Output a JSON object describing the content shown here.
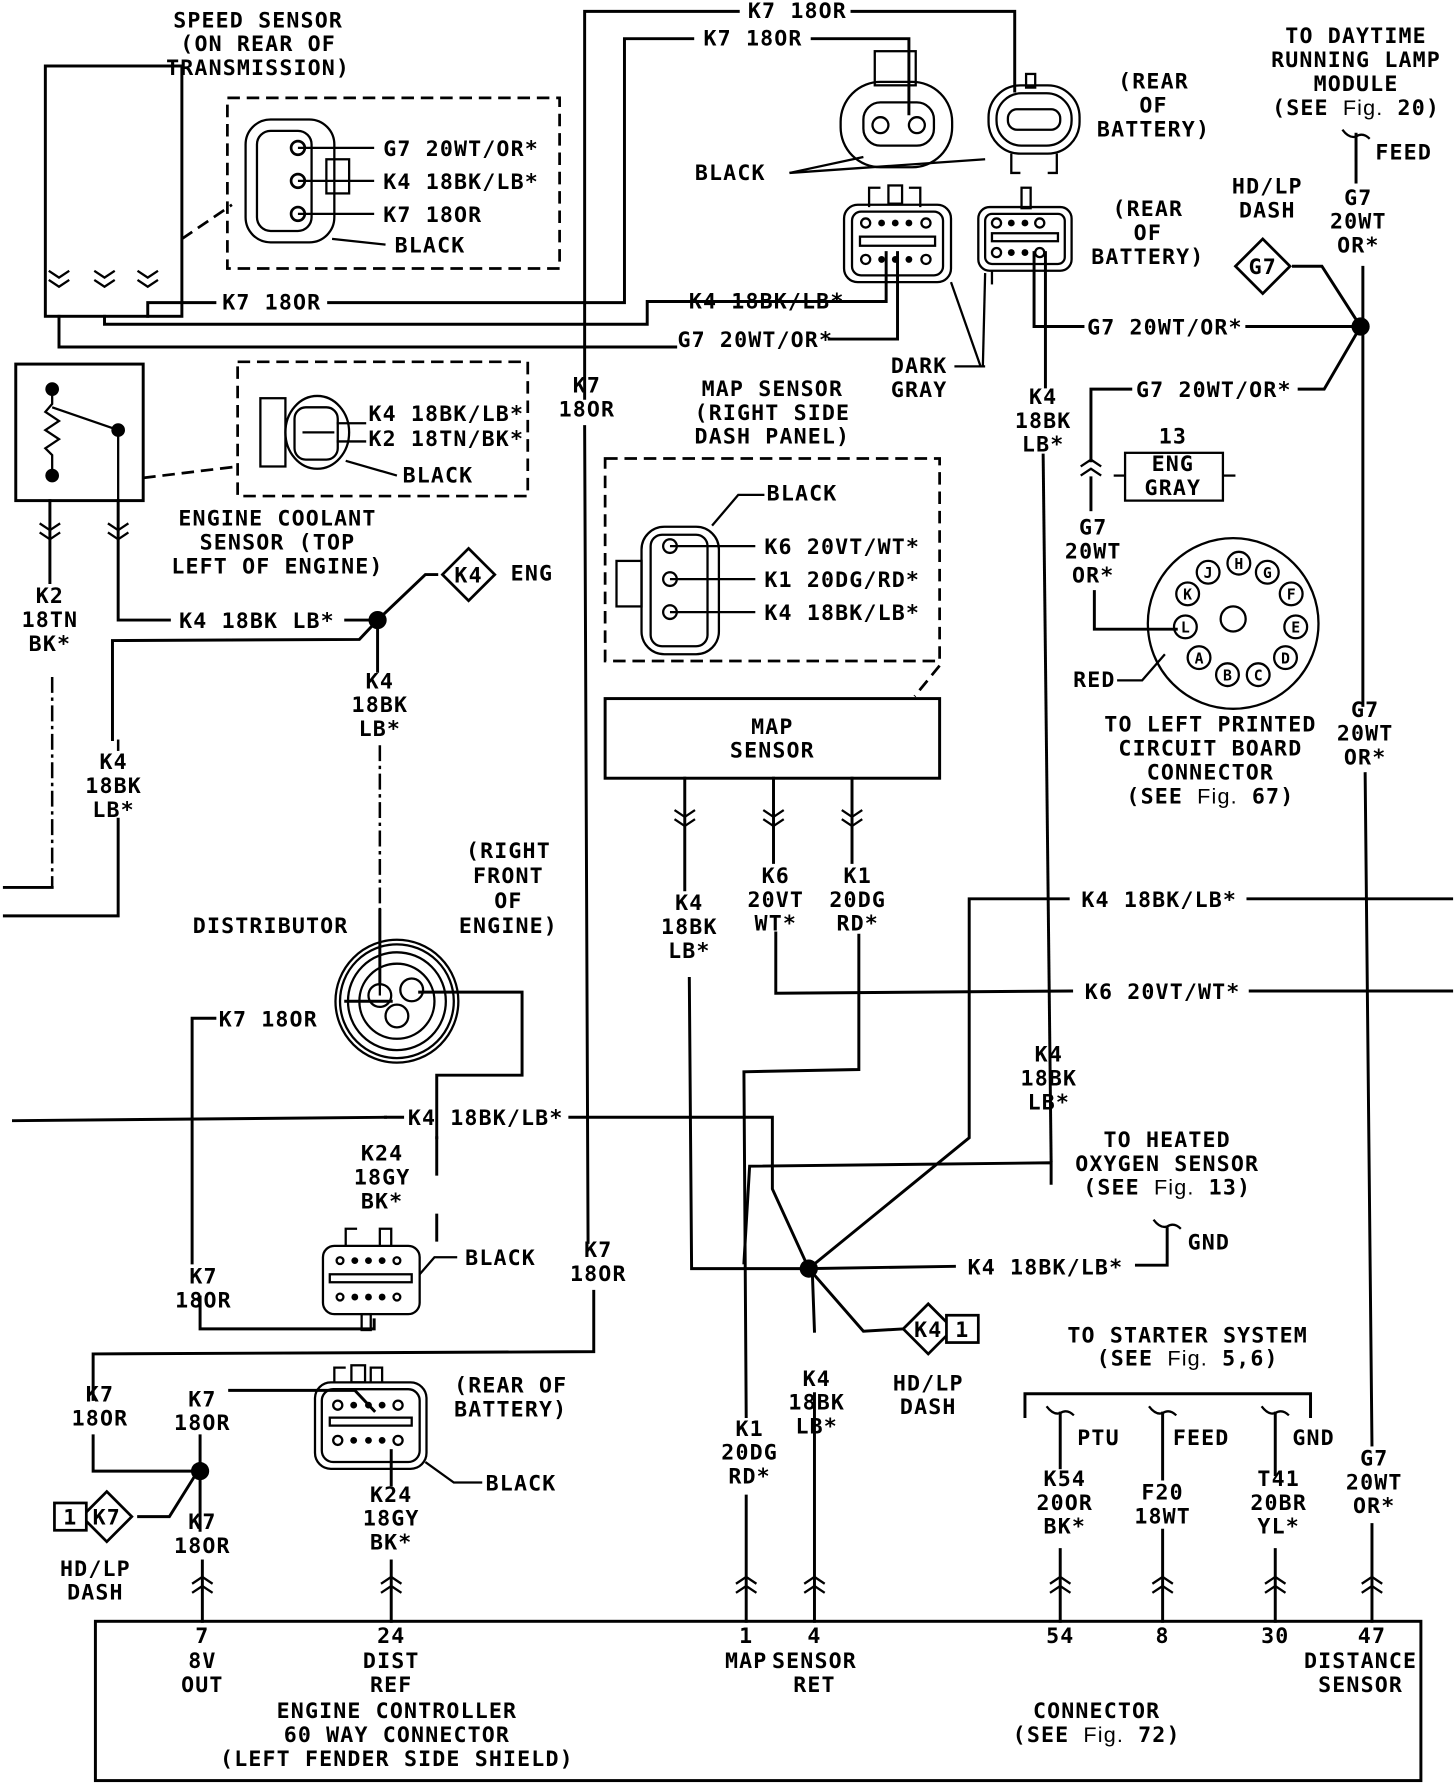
{
  "title": "Engine controller wiring diagram - speed sensor, coolant sensor, MAP sensor, distributor circuits",
  "colors": {
    "ink": "#000000",
    "paper": "#ffffff"
  },
  "components": {
    "speed_sensor": {
      "lines": [
        "SPEED SENSOR",
        "(ON REAR OF",
        "TRANSMISSION)"
      ],
      "pins": [
        "G7 20WT/OR*",
        "K4 18BK/LB*",
        "K7 18OR"
      ],
      "housing": "BLACK"
    },
    "coolant_sensor": {
      "lines": [
        "ENGINE COOLANT",
        "SENSOR (TOP",
        "LEFT OF ENGINE)"
      ],
      "pins": [
        "K4 18BK/LB*",
        "K2 18TN/BK*"
      ],
      "housing": "BLACK"
    },
    "map_sensor": {
      "title_lines": [
        "MAP SENSOR",
        "(RIGHT SIDE",
        "DASH PANEL)"
      ],
      "box_lines": [
        "MAP",
        "SENSOR"
      ],
      "pins": [
        "K6 20VT/WT*",
        "K1 20DG/RD*",
        "K4 18BK/LB*"
      ],
      "housing": "BLACK"
    },
    "distributor": {
      "label": "DISTRIBUTOR",
      "location_lines": [
        "(RIGHT",
        "FRONT",
        "OF",
        "ENGINE)"
      ]
    },
    "battery_connectors": {
      "rear_of_battery_1": [
        "(REAR",
        "OF",
        "BATTERY)"
      ],
      "rear_of_battery_2": [
        "(REAR",
        "OF",
        "BATTERY)"
      ],
      "rear_of_battery_3": [
        "(REAR OF",
        "BATTERY)"
      ],
      "black": "BLACK",
      "dark_gray": [
        "DARK",
        "GRAY"
      ]
    },
    "drl_module": {
      "lines": [
        "TO DAYTIME",
        "RUNNING LAMP",
        "MODULE"
      ],
      "see_prefix": "(SEE ",
      "see_fig": "Fig.",
      "see_num": " 20)",
      "feed": "FEED"
    },
    "pcb_connector": {
      "lines": [
        "TO LEFT PRINTED",
        "CIRCUIT BOARD",
        "CONNECTOR"
      ],
      "see_prefix": "(SEE ",
      "see_fig": "Fig.",
      "see_num": " 67)",
      "housing": "RED",
      "pins": [
        "A",
        "B",
        "C",
        "D",
        "E",
        "F",
        "G",
        "H",
        "J",
        "K",
        "L"
      ]
    },
    "eng_gray": {
      "cavity": "13",
      "lines": [
        "ENG",
        "GRAY"
      ]
    },
    "oxygen_sensor": {
      "lines": [
        "TO HEATED",
        "OXYGEN SENSOR"
      ],
      "see_prefix": "(SEE ",
      "see_fig": "Fig.",
      "see_num": " 13)",
      "gnd": "GND"
    },
    "starter_system": {
      "lines": [
        "TO STARTER SYSTEM"
      ],
      "see_prefix": "(SEE ",
      "see_fig": "Fig.",
      "see_num": " 5,6)",
      "taps": [
        "PTU",
        "FEED",
        "GND"
      ]
    },
    "engine_controller": {
      "lines": [
        "ENGINE CONTROLLER",
        "60 WAY CONNECTOR",
        "(LEFT FENDER SIDE SHIELD)"
      ],
      "right_lines": [
        "CONNECTOR"
      ],
      "see_prefix": "(SEE ",
      "see_fig": "Fig.",
      "see_num": " 72)",
      "pins": [
        {
          "num": "7",
          "name": [
            "8V",
            "OUT"
          ]
        },
        {
          "num": "24",
          "name": [
            "DIST",
            "REF"
          ]
        },
        {
          "num": "1",
          "name": [
            "MAP"
          ]
        },
        {
          "num": "4",
          "name": [
            "SENSOR",
            "RET"
          ]
        },
        {
          "num": "54",
          "name": []
        },
        {
          "num": "8",
          "name": []
        },
        {
          "num": "30",
          "name": []
        },
        {
          "num": "47",
          "name": [
            "DISTANCE",
            "SENSOR"
          ]
        }
      ]
    }
  },
  "splices": {
    "g7_hdlp": {
      "code": "G7",
      "lines": [
        "HD/LP",
        "DASH"
      ]
    },
    "k4_eng": {
      "code": "K4",
      "suffix": "ENG"
    },
    "k4_hdlp": {
      "code": "K4",
      "num": "1",
      "lines": [
        "HD/LP",
        "DASH"
      ]
    },
    "k7_hdlp": {
      "code": "K7",
      "num": "1",
      "lines": [
        "HD/LP",
        "DASH"
      ]
    }
  },
  "wire_labels": {
    "k7_top1": "K7 18OR",
    "k7_top2": "K7 18OR",
    "k7_speed": "K7 18OR",
    "k4_speed": "K4 18BK/LB*",
    "g7_speed": "G7 20WT/OR*",
    "g7_batt2": "G7 20WT/OR*",
    "g7_lower": "G7 20WT/OR*",
    "k7_vert": [
      "K7",
      "18OR"
    ],
    "k4_batt_vert": [
      "K4",
      "18BK",
      "LB*"
    ],
    "g7_engconn": [
      "G7",
      "20WT",
      "OR*"
    ],
    "g7_drl": [
      "G7",
      "20WT",
      "OR*"
    ],
    "g7_right_mid": [
      "G7",
      "20WT",
      "OR*"
    ],
    "g7_bottom": [
      "G7",
      "20WT",
      "OR*"
    ],
    "k2_coolant": [
      "K2",
      "18TN",
      "BK*"
    ],
    "k4_coolant": "K4 18BK LB*",
    "k4_splice_down": [
      "K4",
      "18BK",
      "LB*"
    ],
    "k4_left": [
      "K4",
      "18BK",
      "LB*"
    ],
    "k4_map": [
      "K4",
      "18BK",
      "LB*"
    ],
    "k6_map": [
      "K6",
      "20VT",
      "WT*"
    ],
    "k1_map": [
      "K1",
      "20DG",
      "RD*"
    ],
    "k4_right1": "K4 18BK/LB*",
    "k6_right": "K6 20VT/WT*",
    "k4_right_vert": [
      "K4",
      "18BK",
      "LB*"
    ],
    "k7_dist": "K7 18OR",
    "k4_dist_row": "K4 18BK/LB*",
    "k24_dist": [
      "K24",
      "18GY",
      "BK*"
    ],
    "k7_dist_down": [
      "K7",
      "18OR"
    ],
    "k7_mid": [
      "K7",
      "18OR"
    ],
    "k4_o2": "K4 18BK/LB*",
    "k7_b1": [
      "K7",
      "18OR"
    ],
    "k7_b2": [
      "K7",
      "18OR"
    ],
    "k7_b3": [
      "K7",
      "18OR"
    ],
    "k24_bottom": [
      "K24",
      "18GY",
      "BK*"
    ],
    "k1_bottom": [
      "K1",
      "20DG",
      "RD*"
    ],
    "k4_bottom": [
      "K4",
      "18BK",
      "LB*"
    ],
    "k54": [
      "K54",
      "20OR",
      "BK*"
    ],
    "f20": [
      "F20",
      "18WT"
    ],
    "t41": [
      "T41",
      "20BR",
      "YL*"
    ]
  }
}
